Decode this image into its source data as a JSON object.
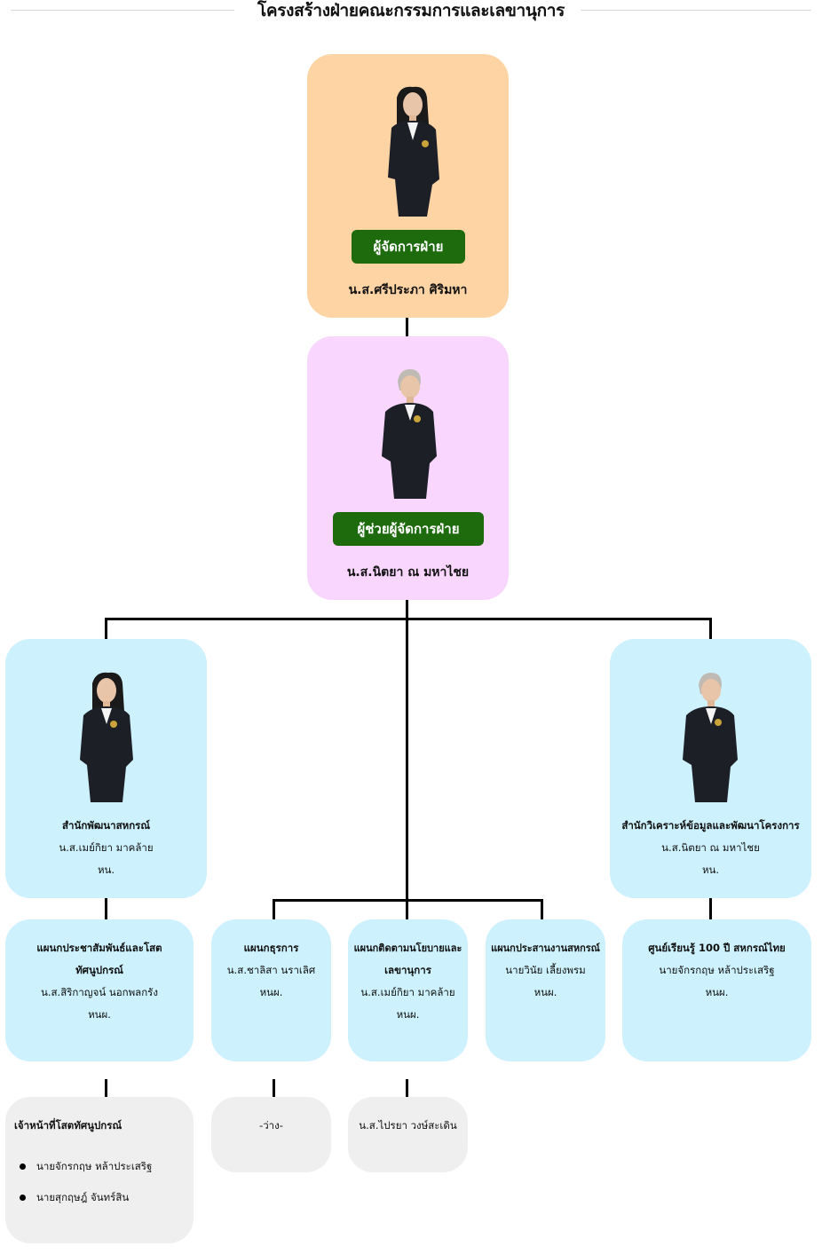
{
  "title": "โครงสร้างฝ่ายคณะกรรมการและเลขานุการ",
  "manager": {
    "role": "ผู้จัดการฝ่าย",
    "name": "น.ส.ศรีประภา ศิริมหา"
  },
  "assistant": {
    "role": "ผู้ช่วยผู้จัดการฝ่าย",
    "name": "น.ส.นิตยา ณ มหาไชย"
  },
  "office_left": {
    "unit": "สำนักพัฒนาสหกรณ์",
    "name": "น.ส.เมย์กิยา มาคล้าย",
    "position": "หน."
  },
  "office_right": {
    "unit": "สำนักวิเคราะห์ข้อมูลและพัฒนาโครงการ",
    "name": "น.ส.นิตยา ณ มหาไชย",
    "position": "หน."
  },
  "sections": [
    {
      "unit_line1": "แผนกประชาสัมพันธ์และโสต",
      "unit_line2": "ทัศนูปกรณ์",
      "name": "น.ส.สิริกาญจน์ นอกพลกรัง",
      "position": "หนผ."
    },
    {
      "unit_line1": "แผนกธุรการ",
      "name": "น.ส.ชาลิสา นราเลิศ",
      "position": "หนผ."
    },
    {
      "unit_line1": "แผนกติดตามนโยบายและ",
      "unit_line2": "เลขานุการ",
      "name": "น.ส.เมย์กิยา มาคล้าย",
      "position": "หนผ."
    },
    {
      "unit_line1": "แผนกประสานงานสหกรณ์",
      "name": "นายวินัย เลี้ยงพรม",
      "position": "หนผ."
    },
    {
      "unit_line1": "ศูนย์เรียนรู้ 100 ปี สหกรณ์ไทย",
      "name": "นายจักรกฤษ หล้าประเสริฐ",
      "position": "หนผ."
    }
  ],
  "staff": [
    {
      "heading": "เจ้าหน้าที่โสตทัศนูปกรณ์",
      "items": [
        "นายจักรกฤษ หล้าประเสริฐ",
        "นายสุกฤษฎ์ จันทร์สิน"
      ]
    },
    {
      "text": "-ว่าง-"
    },
    {
      "text": "น.ส.ไปรยา วงษ์สะเดิน"
    }
  ],
  "colors": {
    "manager_card": "#fed4a4",
    "assistant_card": "#f8d6fd",
    "unit_card": "#cdf1fd",
    "staff_card": "#efefef",
    "role_badge": "#1d6b0d"
  }
}
